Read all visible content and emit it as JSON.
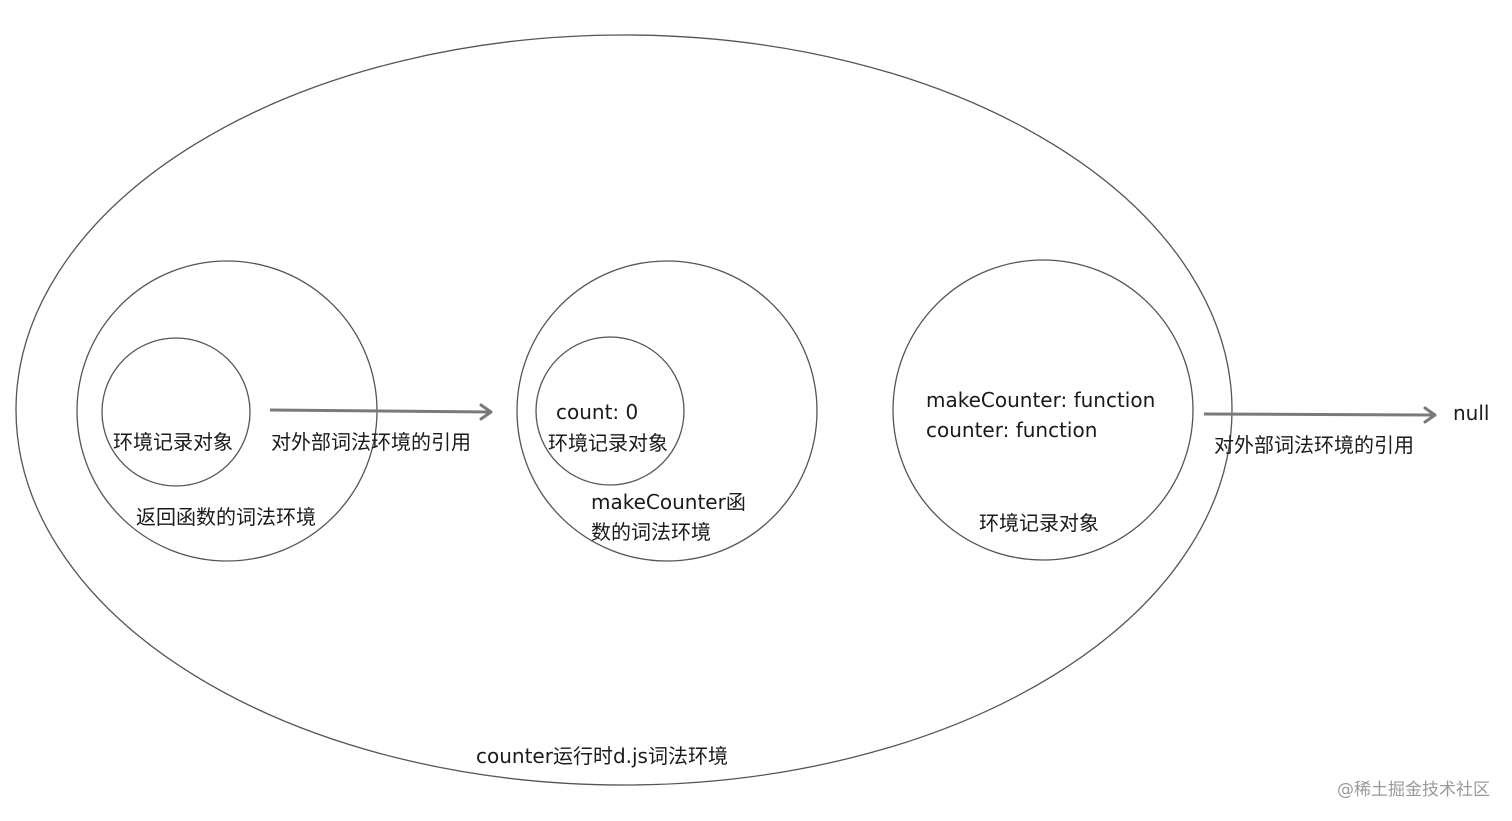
{
  "diagram": {
    "outer_env_label": "counter运行时d.js词法环境",
    "left_env": {
      "record_label": "环境记录对象",
      "env_label": "返回函数的词法环境"
    },
    "middle_env": {
      "record_value": "count: 0",
      "record_label": "环境记录对象",
      "env_label_line1": "makeCounter函",
      "env_label_line2": "数的词法环境"
    },
    "right_env": {
      "entry_1": "makeCounter: function",
      "entry_2": "counter: function",
      "record_label": "环境记录对象"
    },
    "arrow_left_label": "对外部词法环境的引用",
    "arrow_right_label": "对外部词法环境的引用",
    "null_label": "null"
  },
  "watermark": "@稀土掘金技术社区"
}
